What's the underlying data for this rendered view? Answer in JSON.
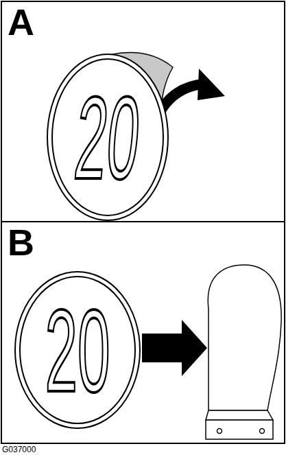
{
  "diagram": {
    "nodes": [
      {
        "text": [
          "A"
        ]
      },
      {
        "text": [
          "20"
        ],
        "in": 0
      },
      {
        "text": [
          "B"
        ]
      },
      {
        "text": [
          "20"
        ],
        "in": 2
      }
    ],
    "edges": [],
    "labels": [
      "G037000"
    ]
  }
}
